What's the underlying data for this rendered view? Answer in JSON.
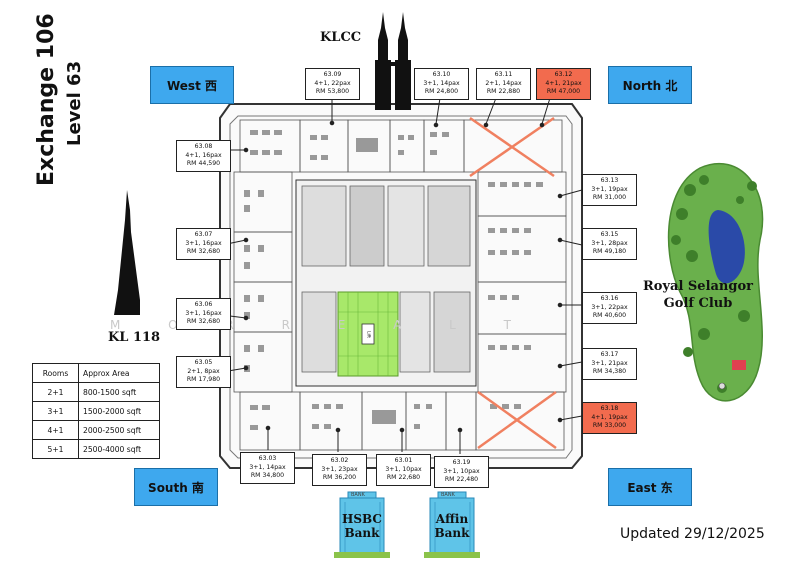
{
  "title": {
    "building": "Exchange 106",
    "level": "Level 63"
  },
  "directions": {
    "west": "West 西",
    "north": "North 北",
    "south": "South 南",
    "east": "East 东"
  },
  "landmarks": {
    "klcc": "KLCC",
    "kl118": "KL 118",
    "golf_line1": "Royal Selangor",
    "golf_line2": "Golf Club",
    "hsbc_sign": "BANK",
    "hsbc_line1": "HSBC",
    "hsbc_line2": "Bank",
    "affin_sign": "BANK",
    "affin_line1": "Affin",
    "affin_line2": "Bank"
  },
  "core": {
    "lift_label": "Lift"
  },
  "watermark": "M O R R E A L T",
  "units": {
    "u6309": {
      "id": "63.09",
      "config": "4+1, 22pax",
      "price": "RM 53,800"
    },
    "u6310": {
      "id": "63.10",
      "config": "3+1, 14pax",
      "price": "RM 24,800"
    },
    "u6311": {
      "id": "63.11",
      "config": "2+1, 14pax",
      "price": "RM 22,880"
    },
    "u6312": {
      "id": "63.12",
      "config": "4+1, 21pax",
      "price": "RM 47,000",
      "status_color": "#f26b4e"
    },
    "u6308": {
      "id": "63.08",
      "config": "4+1, 16pax",
      "price": "RM 44,590"
    },
    "u6307": {
      "id": "63.07",
      "config": "3+1, 16pax",
      "price": "RM 32,680"
    },
    "u6306": {
      "id": "63.06",
      "config": "3+1, 16pax",
      "price": "RM 32,680"
    },
    "u6305": {
      "id": "63.05",
      "config": "2+1, 8pax",
      "price": "RM 17,980"
    },
    "u6313": {
      "id": "63.13",
      "config": "3+1, 19pax",
      "price": "RM 31,000"
    },
    "u6315": {
      "id": "63.15",
      "config": "3+1, 28pax",
      "price": "RM 49,180"
    },
    "u6316": {
      "id": "63.16",
      "config": "3+1, 22pax",
      "price": "RM 40,600"
    },
    "u6317": {
      "id": "63.17",
      "config": "3+1, 21pax",
      "price": "RM 34,380"
    },
    "u6318": {
      "id": "63.18",
      "config": "4+1, 19pax",
      "price": "RM 33,000",
      "status_color": "#f26b4e"
    },
    "u6303": {
      "id": "63.03",
      "config": "3+1, 14pax",
      "price": "RM 34,800"
    },
    "u6302": {
      "id": "63.02",
      "config": "3+1, 23pax",
      "price": "RM 36,200"
    },
    "u6301": {
      "id": "63.01",
      "config": "3+1, 10pax",
      "price": "RM 22,680"
    },
    "u6319": {
      "id": "63.19",
      "config": "3+1, 10pax",
      "price": "RM 22,480"
    }
  },
  "area_table": {
    "headers": [
      "Rooms",
      "Approx Area"
    ],
    "rows": [
      [
        "2+1",
        "800-1500 sqft"
      ],
      [
        "3+1",
        "1500-2000 sqft"
      ],
      [
        "4+1",
        "2000-2500 sqft"
      ],
      [
        "5+1",
        "2500-4000 sqft"
      ]
    ]
  },
  "updated": "Updated 29/12/2025",
  "colors": {
    "direction_blue": "#3ea8ee",
    "taken_red": "#f26b4e",
    "cross_red": "#f08060",
    "lift_green": "#a8e86a",
    "golf_green": "#6ab04c",
    "lake_blue": "#2a4aa8"
  }
}
